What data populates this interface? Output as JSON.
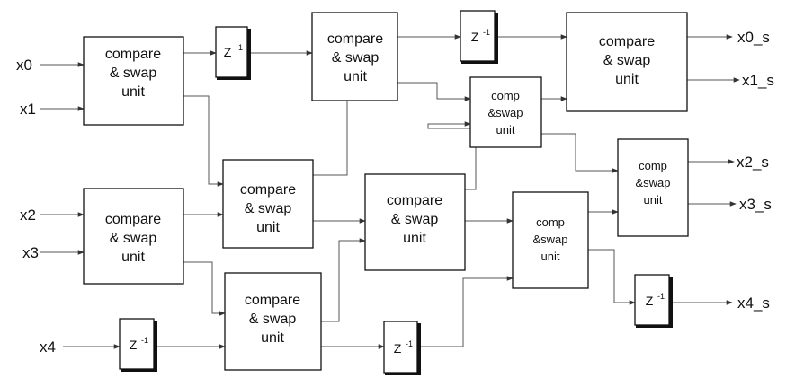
{
  "inputs": {
    "x0": "x0",
    "x1": "x1",
    "x2": "x2",
    "x3": "x3",
    "x4": "x4"
  },
  "outputs": {
    "x0_s": "x0_s",
    "x1_s": "x1_s",
    "x2_s": "x2_s",
    "x3_s": "x3_s",
    "x4_s": "x4_s"
  },
  "unit_large": {
    "line1": "compare",
    "line2": "& swap",
    "line3": "unit"
  },
  "unit_small": {
    "line1": "comp",
    "line2": "&swap",
    "line3": "unit"
  },
  "delay": {
    "base": "Z",
    "exp": "-1"
  }
}
